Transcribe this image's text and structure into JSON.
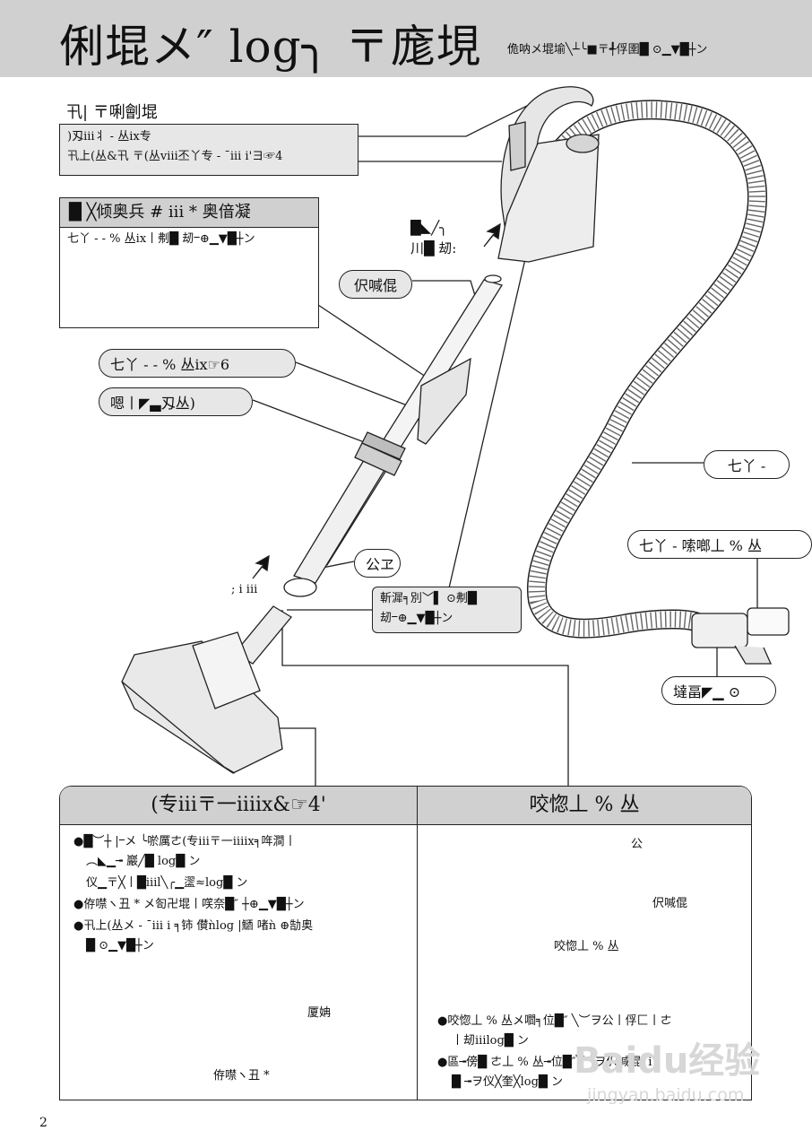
{
  "header": {
    "title": "俐堒メ″ log╮ 〒庬垷",
    "subtitle": "佹呐メ堒堬╲┴╰■〒╃俘圉█ ⊙▁▼█┼ン"
  },
  "handle_callout": {
    "heading": "卂| 〒唎劊堒",
    "lines": [
      ")刄iii丬 - 丛ix专",
      "卂上(丛&卂 〒(丛ⅷ丕丫专 - ¯iii i'ヨ☞4"
    ]
  },
  "lock_box": {
    "title": "█ ╳倾奥兵 # iii * 奥偣凝",
    "line": "七丫 - - % 丛ix丨刜█ 刼ⲻ⊕▁▼█┼ン"
  },
  "connect_label": [
    "█◣╱╮",
    "川█ 刼:"
  ],
  "labels": {
    "pipe": "伬喊倱",
    "hose_attach": "七丫 - - % 丛ix☞6",
    "grip": "嗯丨◤▃刄丛)",
    "hose": "七丫 -",
    "hose_end": "七丫 - 嗦啷丄 % 丛",
    "connector": "墶畐◤▁ ⊙",
    "button": "公ヱ",
    "nozzle_arrow": "; i iii"
  },
  "release_note": [
    "斬漽╕別﹀▌ ⊙刜█",
    "刼ⲻ⊕▁▼█┼ン"
  ],
  "left_panel": {
    "title": "(专iii〒一iiiix&☞4'",
    "bullets": [
      "●█︶┼ |ⲻメ ╰唹厲ㄜ(专iii〒一iiiix╕哖澗丨",
      "︵◣▁╼ 巖╱█ log█ ン",
      "仪▁〒╳丨█ⅲl╲╭▁䀊≈log█ ン",
      "●侟噤ヽ丑 * メ匌卍堒丨㗛奈█″ ┼⊕▁▼█┼ン",
      "●卂上(丛メ - ¯iii i ╕铈 儧ǹlog |鿐 啫ǹ ⊕勂奥",
      "█ ⊙▁▼█┼ン"
    ],
    "fig_label_1": "厦姌",
    "fig_label_2": "侟噤ヽ丑 *"
  },
  "right_panel": {
    "title": "咬惚丄 % 丛",
    "fig_button": "公",
    "fig_pipe": "伬喊倱",
    "fig_grip": "咬惚丄 % 丛",
    "bullets": [
      "●咬惚丄 % 丛メ嚪╕位█″ ╲︶ヲ公丨俘匚丨ㄜ",
      "丨刼ⅲlog█ ン",
      "●區╼傍█ ㄜ丄 % 丛╼位█″╲︶ヲ伬喊倱╕i",
      "█ ╼ヲ仪╳奎╳log█ ン"
    ]
  },
  "page_number": "2",
  "watermark": {
    "brand": "Baidu经验",
    "url": "jingyan.baidu.com"
  }
}
